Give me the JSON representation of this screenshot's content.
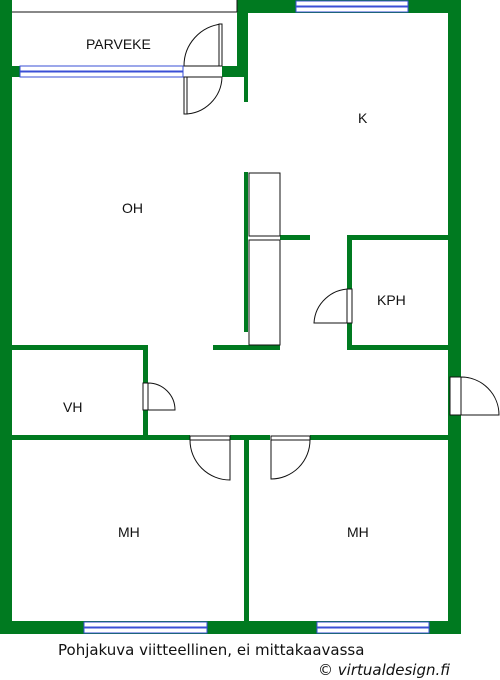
{
  "plan": {
    "rooms": [
      {
        "id": "parveke",
        "label": "PARVEKE"
      },
      {
        "id": "keittio",
        "label": "K"
      },
      {
        "id": "olohuone",
        "label": "OH"
      },
      {
        "id": "kylpyhuone",
        "label": "KPH"
      },
      {
        "id": "vaatehuone",
        "label": "VH"
      },
      {
        "id": "makuuhuone-1",
        "label": "MH"
      },
      {
        "id": "makuuhuone-2",
        "label": "MH"
      }
    ],
    "colors": {
      "wall": "#007a20",
      "window": "#3a4fd6",
      "line": "#111111"
    }
  },
  "footer": {
    "note": "Pohjakuva viitteellinen, ei mittakaavassa",
    "copyright_symbol": "©",
    "copyright_site": "virtualdesign.fi"
  }
}
